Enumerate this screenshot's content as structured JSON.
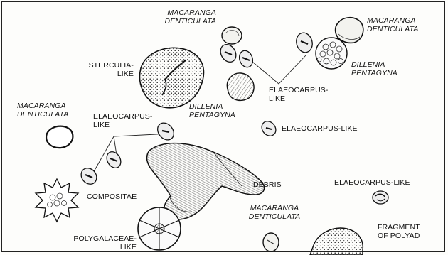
{
  "labels": {
    "mac_top_center": "MACARANGA\nDENTICULATA",
    "mac_top_right": "MACARANGA\nDENTICULATA",
    "sterculia": "STERCULIA-\nLIKE",
    "dillenia_right": "DILLENIA\nPENTAGYNA",
    "elaeo_center": "ELAEOCARPUS-\nLIKE",
    "dillenia_center": "DILLENIA\nPENTAGYNA",
    "mac_left": "MACARANGA\nDENTICULATA",
    "elaeo_left": "ELAEOCARPUS-\nLIKE",
    "elaeo_mid": "ELAEOCARPUS-LIKE",
    "debris": "DEBRIS",
    "elaeo_right": "ELAEOCARPUS-LIKE",
    "compositae": "COMPOSITAE",
    "mac_bottom": "MACARANGA\nDENTICULATA",
    "polygalaceae": "POLYGALACEAE-\nLIKE",
    "polyad": "FRAGMENT\nOF POLYAD"
  }
}
